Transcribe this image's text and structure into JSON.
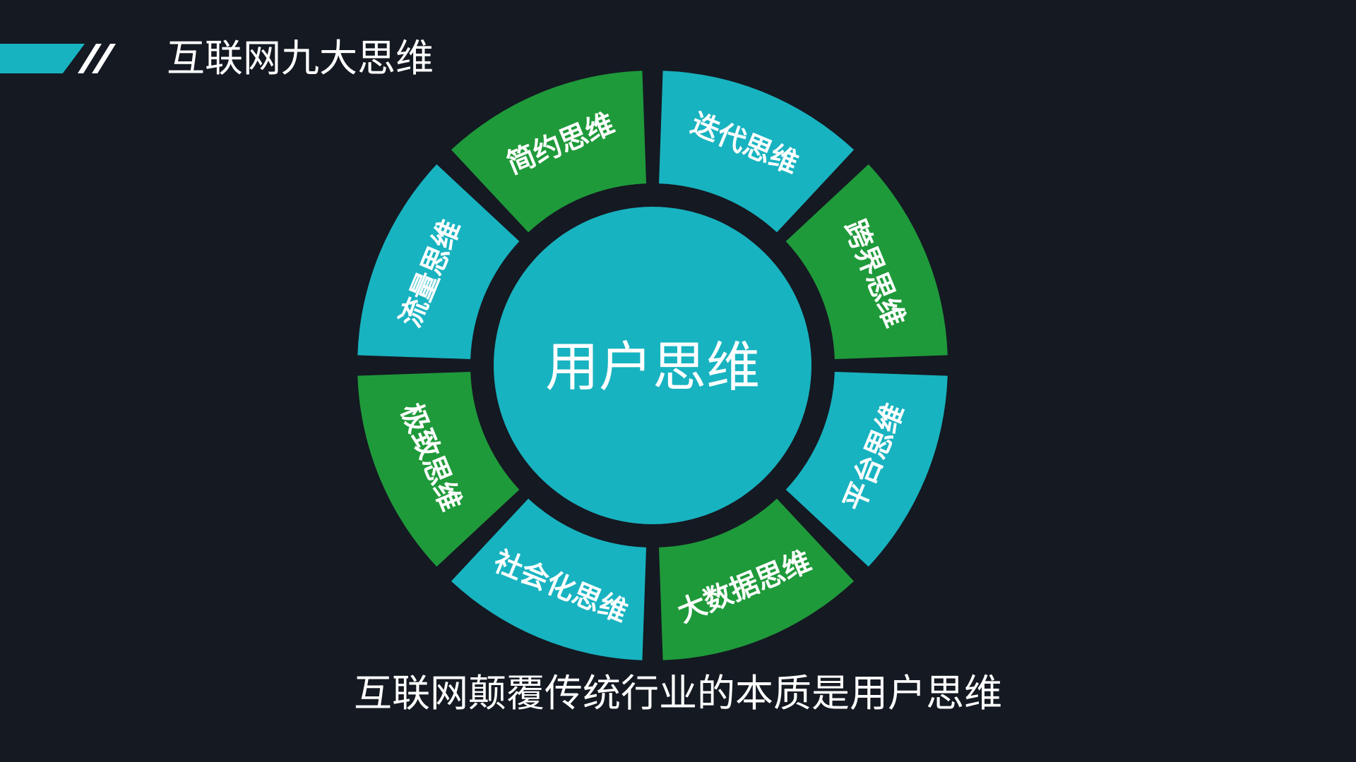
{
  "header": {
    "title": "互联网九大思维"
  },
  "diagram": {
    "center": {
      "label": "用户思维"
    },
    "segments": [
      {
        "label": "迭代思维",
        "color": "#18b3c0"
      },
      {
        "label": "跨界思维",
        "color": "#1f9a3a"
      },
      {
        "label": "平台思维",
        "color": "#18b3c0"
      },
      {
        "label": "大数据思维",
        "color": "#1f9a3a"
      },
      {
        "label": "社会化思维",
        "color": "#18b3c0"
      },
      {
        "label": "极致思维",
        "color": "#1f9a3a"
      },
      {
        "label": "流量思维",
        "color": "#18b3c0"
      },
      {
        "label": "简约思维",
        "color": "#1f9a3a"
      }
    ]
  },
  "footer": {
    "caption": "互联网颠覆传统行业的本质是用户思维"
  },
  "colors": {
    "background": "#141922",
    "accent_teal": "#18b3c0",
    "accent_green": "#1f9a3a"
  }
}
